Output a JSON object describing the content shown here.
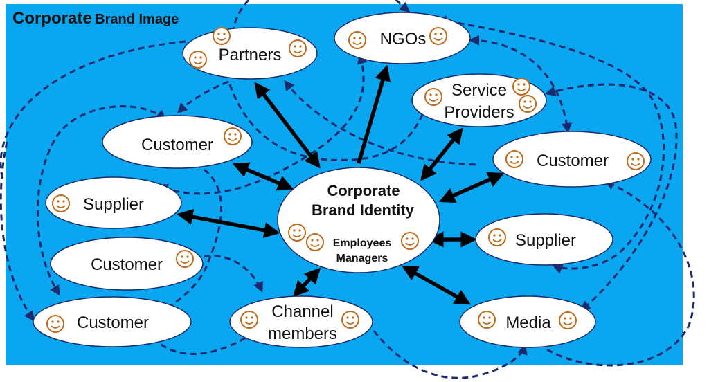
{
  "title": {
    "word1": "Corporate",
    "word2": "Brand Image"
  },
  "center": {
    "line1": "Corporate",
    "line2": "Brand Identity",
    "line3": "Employees",
    "line4": "Managers"
  },
  "nodes": {
    "partners": "Partners",
    "ngos": "NGOs",
    "service_providers_1": "Service",
    "service_providers_2": "Providers",
    "customer_left_top": "Customer",
    "customer_right": "Customer",
    "supplier_left": "Supplier",
    "supplier_right": "Supplier",
    "customer_left_mid": "Customer",
    "customer_left_bottom": "Customer",
    "channel_members_1": "Channel",
    "channel_members_2": "members",
    "media": "Media"
  },
  "colors": {
    "panel": "#0aa6f0",
    "dashed_link": "#1a2a6c",
    "solid_link": "#000000",
    "smiley": "#c06a1a"
  },
  "icons": [
    "smiley-icon"
  ]
}
